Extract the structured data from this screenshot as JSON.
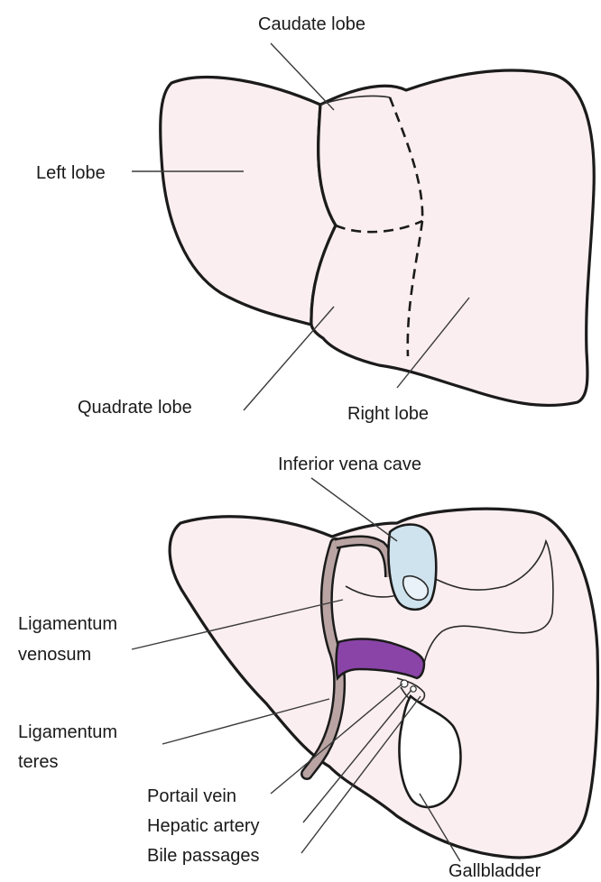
{
  "top_view": {
    "labels": {
      "caudate": "Caudate lobe",
      "left": "Left lobe",
      "quadrate": "Quadrate lobe",
      "right": "Right lobe"
    }
  },
  "bottom_view": {
    "labels": {
      "ivc": "Inferior vena cave",
      "lig_venosum_1": "Ligamentum",
      "lig_venosum_2": "venosum",
      "lig_teres_1": "Ligamentum",
      "lig_teres_2": "teres",
      "portal_vein": "Portail vein",
      "hepatic_artery": "Hepatic artery",
      "bile": "Bile passages",
      "gallbladder": "Gallbladder"
    }
  },
  "colors": {
    "liver_fill": "#fbeef0",
    "outline": "#1b1b1b",
    "ivc_fill": "#cfe3ee",
    "ligament_venosum": "#8a44a8",
    "ligament_band": "#b9a3a3",
    "gallbladder_fill": "#ffffff"
  }
}
